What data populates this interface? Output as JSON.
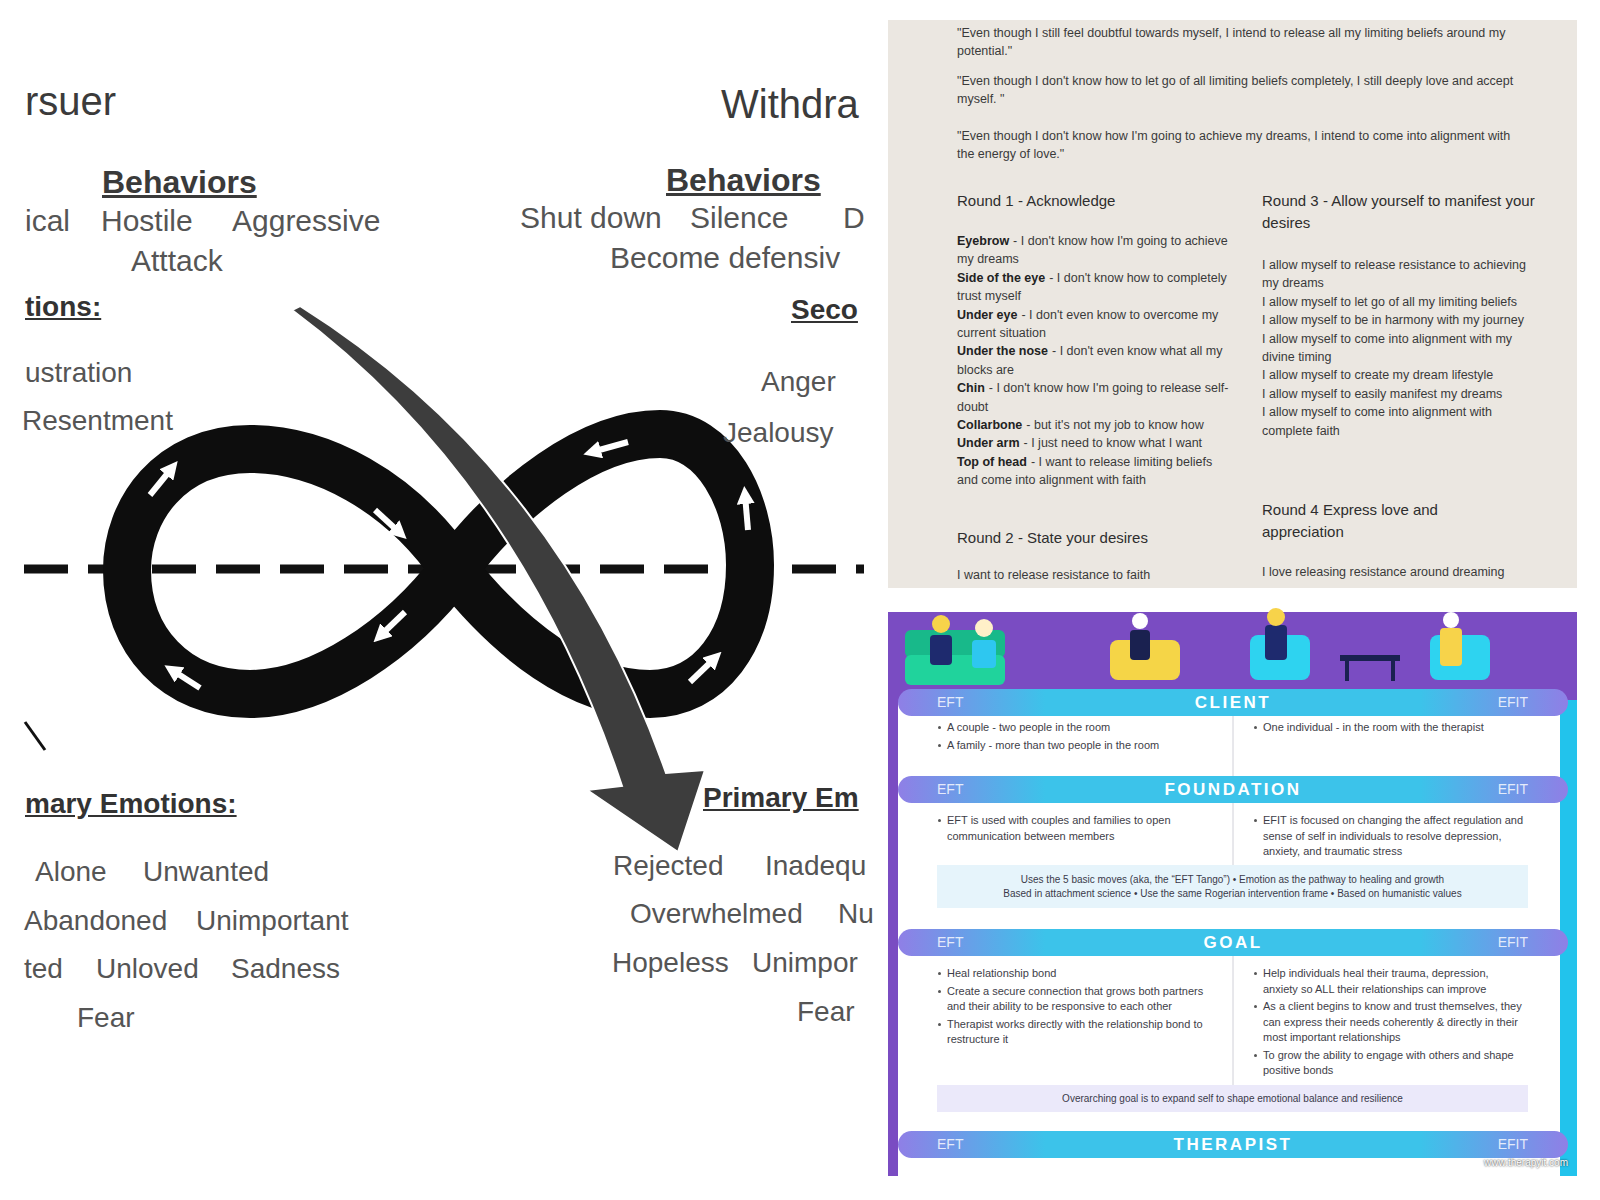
{
  "diagram": {
    "nodes": [
      {
        "text": [
          "EFT",
          "CLIENT",
          "EFIT"
        ]
      },
      {
        "text": [
          "EFT",
          "FOUNDATION",
          "EFIT"
        ]
      },
      {
        "text": [
          "Uses the 5 basic moves (aka, the “EFT Tango”) • Emotion as the pathway to healing and growth",
          "Based in attachment science • Use the same Rogerian intervention frame • Based on humanistic values"
        ]
      },
      {
        "text": [
          "EFT",
          "GOAL",
          "EFIT"
        ]
      },
      {
        "text": [
          "Overarching goal is to expand self to shape emotional balance and resilience"
        ]
      },
      {
        "text": [
          "EFT",
          "THERAPIST",
          "EFIT"
        ]
      }
    ],
    "labels": [
      "rsuer",
      "Withdra",
      "Behaviors",
      "ical",
      "Hostile",
      "Aggressive",
      "Atttack",
      "Behaviors",
      "Shut down",
      "Silence",
      "D",
      "Become defensiv",
      "tions:",
      "Seco",
      "ustration",
      "Resentment",
      "Anger",
      "Jealousy",
      "mary Emotions:",
      "Primary Em",
      "Alone",
      "Unwanted",
      "Abandoned",
      "Unimportant",
      "ted",
      "Unloved",
      "Sadness",
      "Fear",
      "Rejected",
      "Inadequ",
      "Overwhelmed",
      "Nu",
      "Hopeless",
      "Unimpor",
      "Fear",
      "\"Even though I still feel doubtful towards myself, I intend to release all my limiting beliefs around my potential.\"",
      "\"Even though I don't know how to let go of all limiting beliefs completely, I still deeply love and accept myself. \"",
      "\"Even though I don't know how I'm going to achieve my dreams, I intend to come into alignment with the energy of love.\"",
      "Round 1 - Acknowledge",
      "Eyebrow",
      "- I don't know how I'm going to achieve my dreams",
      "Side of the eye",
      "- I don't know how to completely trust myself",
      "Under eye",
      "- I don't even know to overcome my current situation",
      "Under the nose",
      "- I don't even know what all my blocks are",
      "Chin",
      "- I don't know how I'm going to release self-doubt",
      "Collarbone",
      "- but it's not my job to know how",
      "Under arm",
      "- I just need to know what I want",
      "Top of head",
      "- I want to release limiting beliefs and come into alignment with faith",
      "Round 2 - State your desires",
      "I want to release resistance to faith",
      "Round 3 - Allow yourself to manifest your desires",
      "I allow myself to release resistance to achieving my dreams",
      "I allow myself to let go of all my limiting beliefs",
      "I allow myself to be in harmony with my journey",
      "I allow myself to come into alignment with my divine timing",
      "I allow myself to create my dream lifestyle",
      "I allow myself to easily manifest my dreams",
      "I allow myself to come into alignment with complete faith",
      "Round 4 Express love and appreciation",
      "I love releasing resistance around dreaming",
      "A couple - two people in the room",
      "A family - more than two people in the room",
      "One individual - in the room with the therapist",
      "EFT is used with couples and families to open communication between members",
      "EFIT is focused on changing the affect regulation and sense of self in individuals to resolve depression, anxiety, and traumatic stress",
      "Heal relationship bond",
      "Create a secure connection that grows both partners and their ability to be responsive to each other",
      "Therapist works directly with the relationship bond to restructure it",
      "Help individuals heal their trauma, depression, anxiety so ALL their relationships can improve",
      "As a client begins to know and trust themselves, they can express their needs coherently & directly in their most important relationships",
      "To grow the ability to engage with others and shape positive bonds",
      "www.therapyit.com"
    ]
  }
}
